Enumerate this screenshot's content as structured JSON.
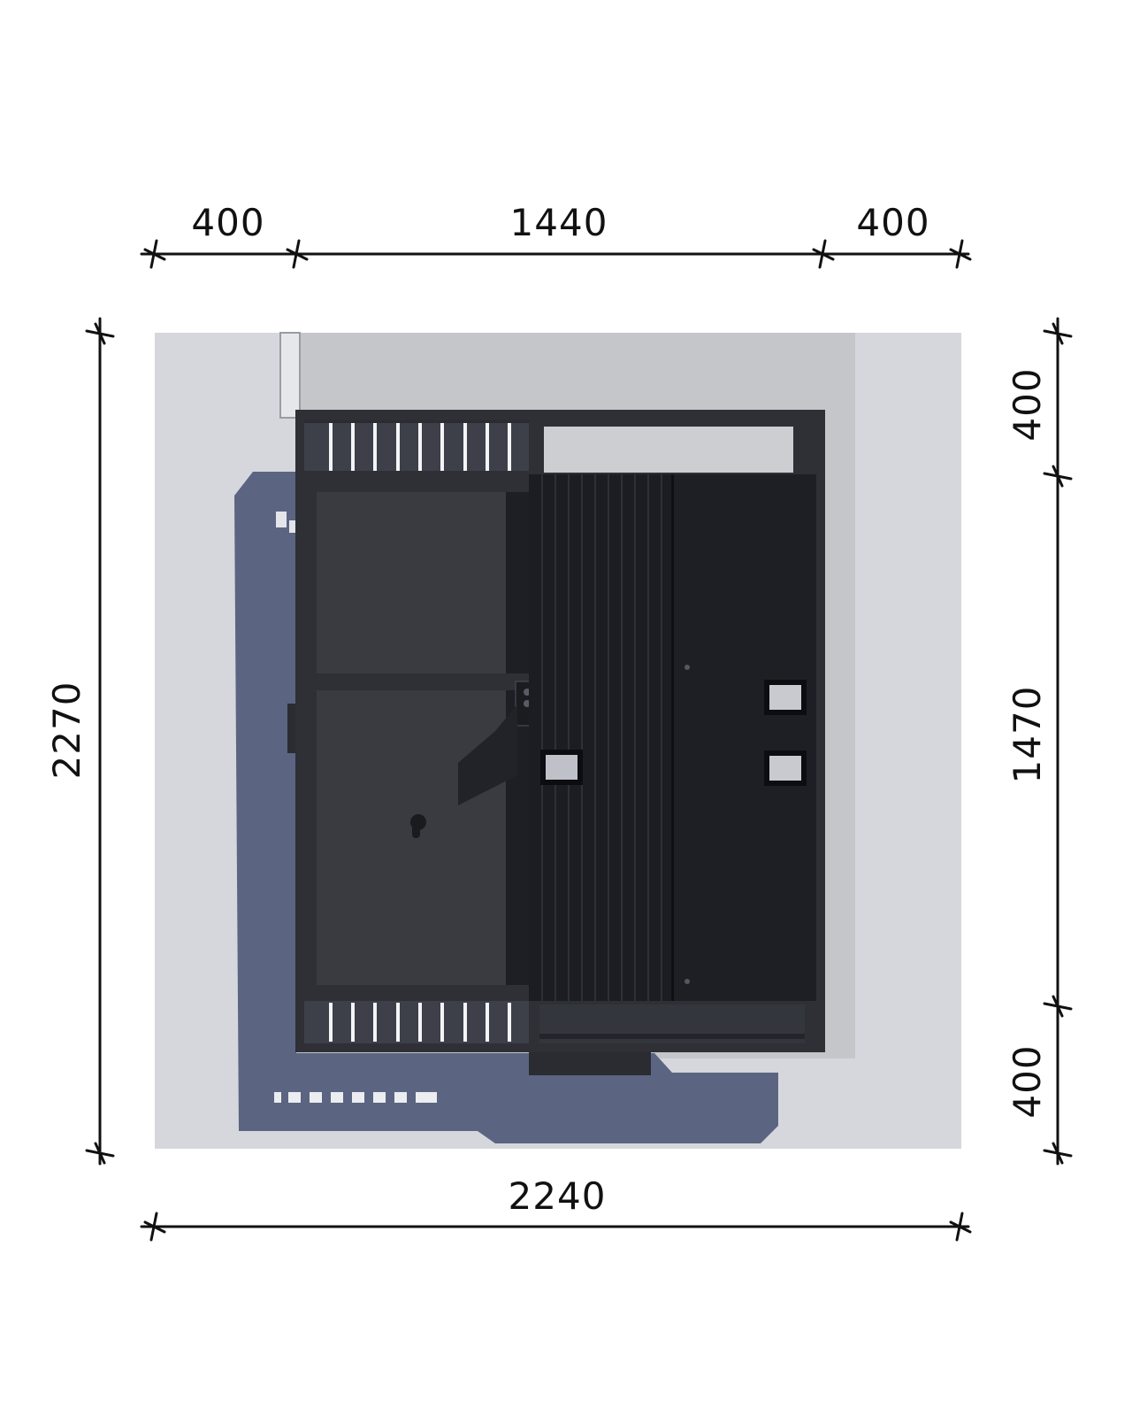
{
  "dimensions": {
    "top": [
      "400",
      "1440",
      "400"
    ],
    "bottom": "2240",
    "left": "2270",
    "right": [
      "400",
      "1470",
      "400"
    ]
  },
  "colors": {
    "line": "#111111",
    "site": "#d6d7dc",
    "path": "#c4c5c9",
    "shadow": "#5c6682",
    "frame": "#2e3036",
    "roof_dark": "#1c1d22",
    "roof_panel": "#3a3b41",
    "skylight": "#bfc1c9"
  }
}
